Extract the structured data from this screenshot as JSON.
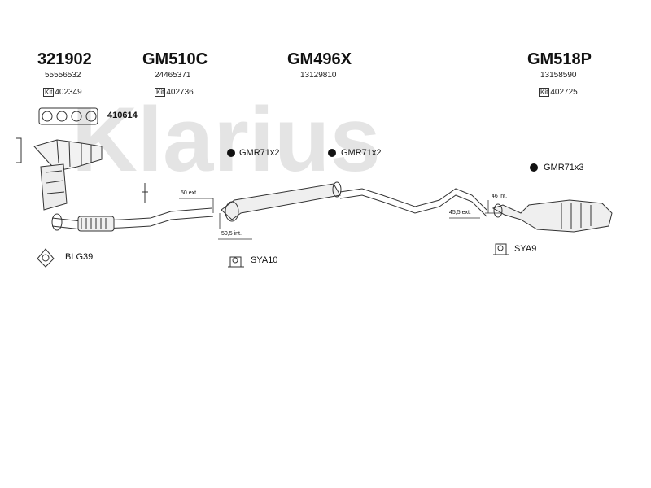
{
  "watermark": {
    "text": "Klarius",
    "color": "#e2e2e2"
  },
  "groups": [
    {
      "part": "321902",
      "oem": "55556532",
      "kit_tag": "Kit",
      "kit": "402349"
    },
    {
      "part": "GM510C",
      "oem": "24465371",
      "kit_tag": "Kit",
      "kit": "402736"
    },
    {
      "part": "GM496X",
      "oem": "13129810"
    },
    {
      "part": "GM518P",
      "oem": "13158590",
      "kit_tag": "Kit",
      "kit": "402725"
    }
  ],
  "gasket_label": "410614",
  "mountings": [
    {
      "label": "GMR71x2"
    },
    {
      "label": "GMR71x2"
    },
    {
      "label": "GMR71x3"
    }
  ],
  "accessories": [
    {
      "label": "BLG39"
    },
    {
      "label": "SYA10"
    },
    {
      "label": "SYA9"
    }
  ],
  "dimensions": [
    {
      "label": "50 ext."
    },
    {
      "label": "50,5 int."
    },
    {
      "label": "46 int."
    },
    {
      "label": "45,5 ext."
    }
  ]
}
